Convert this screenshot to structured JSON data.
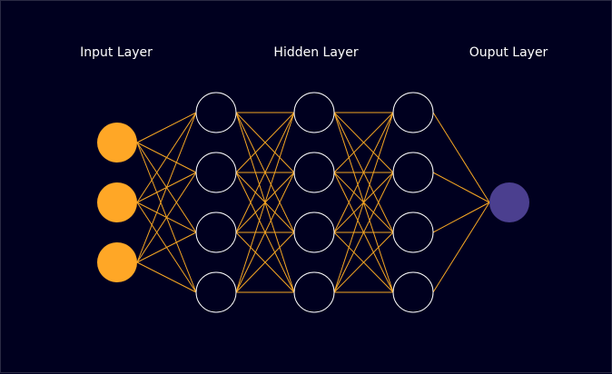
{
  "labels": {
    "input": "Input Layer",
    "hidden": "Hidden Layer",
    "output": "Ouput Layer"
  },
  "network": {
    "layers": [
      {
        "name": "input",
        "nodes": 3,
        "style": "input"
      },
      {
        "name": "hidden-1",
        "nodes": 4,
        "style": "hidden"
      },
      {
        "name": "hidden-2",
        "nodes": 4,
        "style": "hidden"
      },
      {
        "name": "hidden-3",
        "nodes": 4,
        "style": "hidden"
      },
      {
        "name": "output",
        "nodes": 1,
        "style": "output"
      }
    ],
    "connections": "fully-connected"
  },
  "colors": {
    "background": "#00001f",
    "edge": "#f5a623",
    "input_node": "#ffa726",
    "hidden_node_stroke": "#ffffff",
    "output_node": "#4b3f8f"
  }
}
